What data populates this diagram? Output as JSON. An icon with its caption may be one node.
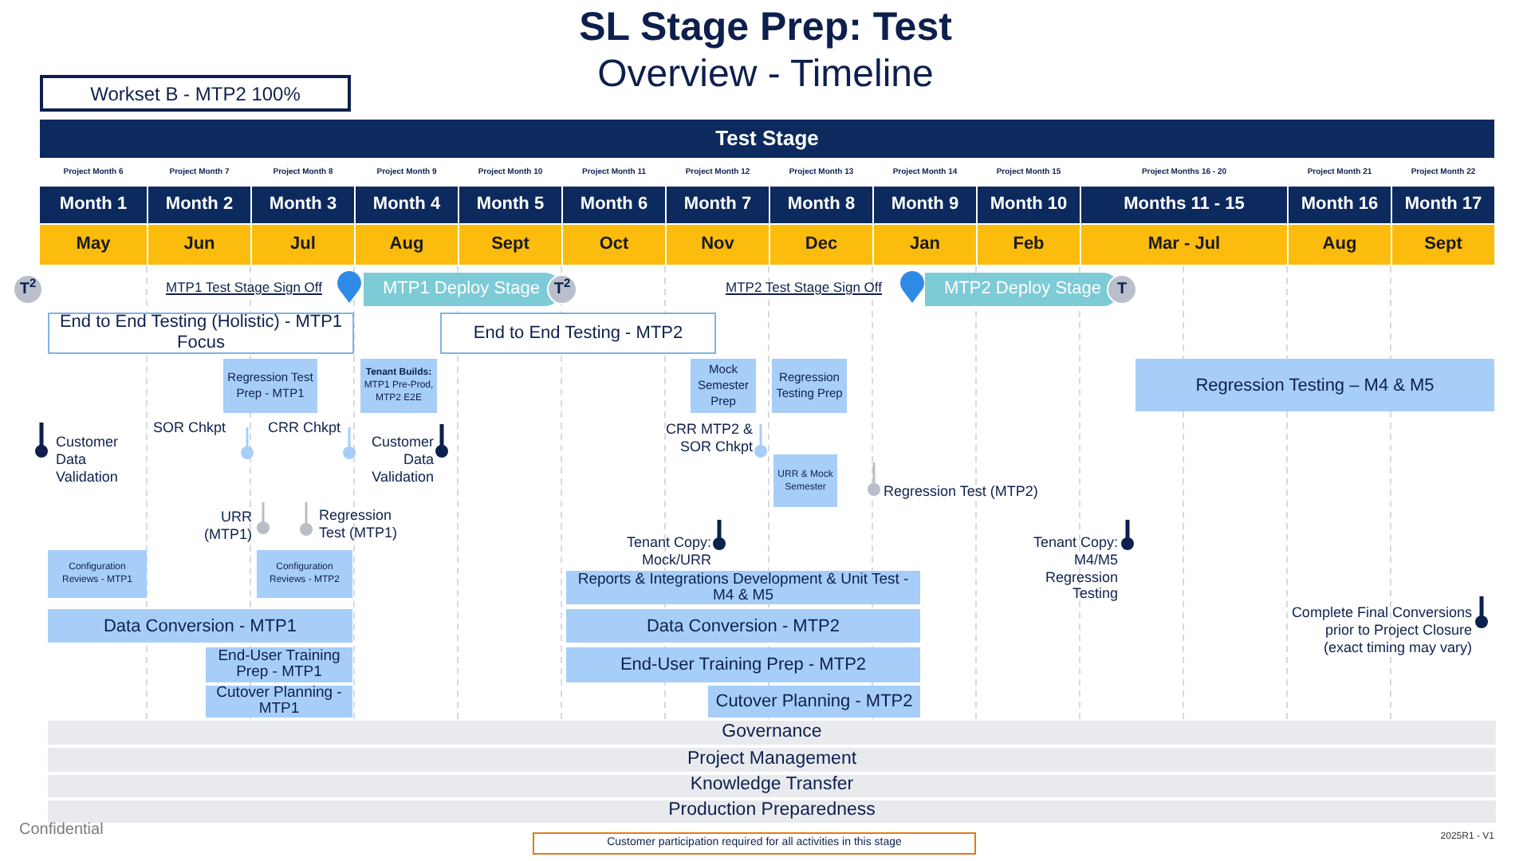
{
  "diagram": {
    "title": "SL Stage Prep: Test",
    "nodes": [
      {
        "text": [
          "Workset B - MTP2 100%"
        ]
      },
      {
        "text": [
          "Test Stage"
        ]
      },
      {
        "text": [
          "Project Month 6"
        ]
      },
      {
        "text": [
          "Project Month 7"
        ]
      },
      {
        "text": [
          "Project Month 8"
        ]
      },
      {
        "text": [
          "Project Month 9"
        ]
      },
      {
        "text": [
          "Project Month 10"
        ]
      },
      {
        "text": [
          "Project Month 11"
        ]
      },
      {
        "text": [
          "Project Month 12"
        ]
      },
      {
        "text": [
          "Project Month 13"
        ]
      },
      {
        "text": [
          "Project Month 14"
        ]
      },
      {
        "text": [
          "Project Month 15"
        ]
      },
      {
        "text": [
          "Project Months 16 - 20"
        ]
      },
      {
        "text": [
          "Project Month 21"
        ]
      },
      {
        "text": [
          "Project Month 22"
        ]
      },
      {
        "text": [
          "Month 1"
        ]
      },
      {
        "text": [
          "Month 2"
        ]
      },
      {
        "text": [
          "Month 3"
        ]
      },
      {
        "text": [
          "Month 4"
        ]
      },
      {
        "text": [
          "Month 5"
        ]
      },
      {
        "text": [
          "Month 6"
        ]
      },
      {
        "text": [
          "Month 7"
        ]
      },
      {
        "text": [
          "Month 8"
        ]
      },
      {
        "text": [
          "Month 9"
        ]
      },
      {
        "text": [
          "Month 10"
        ]
      },
      {
        "text": [
          "Months 11 - 15"
        ]
      },
      {
        "text": [
          "Month 16"
        ]
      },
      {
        "text": [
          "Month 17"
        ]
      },
      {
        "text": [
          "May"
        ]
      },
      {
        "text": [
          "Jun"
        ]
      },
      {
        "text": [
          "Jul"
        ]
      },
      {
        "text": [
          "Aug"
        ]
      },
      {
        "text": [
          "Sept"
        ]
      },
      {
        "text": [
          "Oct"
        ]
      },
      {
        "text": [
          "Nov"
        ]
      },
      {
        "text": [
          "Dec"
        ]
      },
      {
        "text": [
          "Jan"
        ]
      },
      {
        "text": [
          "Feb"
        ]
      },
      {
        "text": [
          "Mar - Jul"
        ]
      },
      {
        "text": [
          "Aug"
        ]
      },
      {
        "text": [
          "Sept"
        ]
      },
      {
        "text": [
          "T$^{2}$"
        ]
      },
      {
        "text": [
          "MTP1 Deploy Stage"
        ]
      },
      {
        "text": [
          "T$^{2}$"
        ]
      },
      {
        "text": [
          "MTP2 Deploy Stage"
        ]
      },
      {
        "text": [
          "T"
        ]
      },
      {
        "text": [
          "End to End Testing (Holistic) - MTP1 Focus"
        ]
      },
      {
        "text": [
          "End to End Testing - MTP2"
        ]
      },
      {
        "text": [
          "Regression Test Prep - MTP1"
        ]
      },
      {
        "text": [
          "**Tenant Builds:** MTP1 Pre-Prod, MTP2 E2E"
        ]
      },
      {
        "text": [
          "Mock Semester Prep"
        ]
      },
      {
        "text": [
          "Regression Testing Prep"
        ]
      },
      {
        "text": [
          "Regression Testing – M4 & M5"
        ]
      },
      {
        "text": [
          "URR & Mock Semester"
        ]
      },
      {
        "text": [
          "Configuration Reviews - MTP1"
        ]
      },
      {
        "text": [
          "Configuration Reviews - MTP2"
        ]
      },
      {
        "text": [
          "Reports & Integrations Development & Unit Test - M4 & M5"
        ]
      },
      {
        "text": [
          "Data Conversion - MTP1"
        ]
      },
      {
        "text": [
          "Data Conversion - MTP2"
        ]
      },
      {
        "text": [
          "End-User Training Prep - MTP1"
        ]
      },
      {
        "text": [
          "End-User Training Prep - MTP2"
        ]
      },
      {
        "text": [
          "Cutover Planning - MTP1"
        ]
      },
      {
        "text": [
          "Cutover Planning - MTP2"
        ]
      },
      {
        "text": [
          "Governance"
        ]
      },
      {
        "text": [
          "Project Management"
        ]
      },
      {
        "text": [
          "Knowledge Transfer"
        ]
      },
      {
        "text": [
          "Production Preparedness"
        ]
      },
      {
        "text": [
          "Customer participation required for all activities in this stage"
        ]
      }
    ],
    "labels": [
      "Overview - Timeline",
      "MTP1 Test Stage Sign Off",
      "MTP2 Test Stage Sign Off",
      "Customer Data Validation",
      "SOR Chkpt",
      "CRR Chkpt",
      "Customer Data Validation",
      "CRR MTP2 & SOR Chkpt",
      "URR (MTP1)",
      "Regression Test (MTP1)",
      "Regression Test (MTP2)",
      "Tenant Copy: Mock/URR",
      "Tenant Copy: M4/M5 Regression Testing",
      "Complete Final Conversions prior to Project Closure (exact timing may vary)",
      "Confidential",
      "2025R1 - V1"
    ]
  }
}
